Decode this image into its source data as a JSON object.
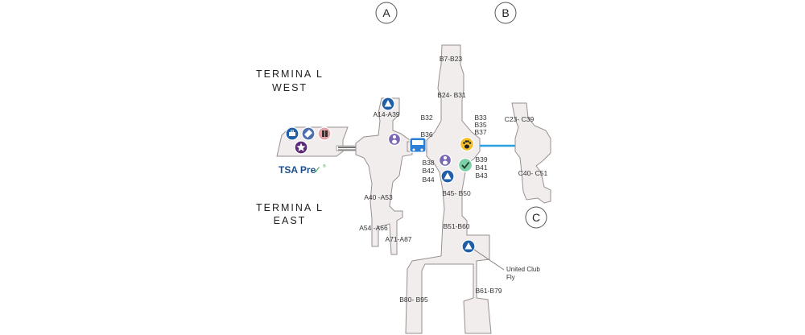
{
  "concourses": {
    "a": "A",
    "b": "B",
    "c": "C"
  },
  "terminals": {
    "west_1": "TERMINA L",
    "west_2": "WEST",
    "east_1": "TERMINA L",
    "east_2": "EAST"
  },
  "tsa": {
    "text": "TSA Pre",
    "check": "✓",
    "mark": "®"
  },
  "gates": {
    "a14_a39": "A14-A39",
    "a40_a53": "A40 -A53",
    "a54_a66": "A54 -A66",
    "a71_a87": "A71-A87",
    "b7_b23": "B7-B23",
    "b24_b31": "B24- B31",
    "b32": "B32",
    "b36": "B36",
    "b33": "B33",
    "b35": "B35",
    "b37": "B37",
    "b38": "B38",
    "b42": "B42",
    "b44": "B44",
    "b39": "B39",
    "b41": "B41",
    "b43": "B43",
    "b45_b50": "B45- B50",
    "b51_b60": "B51-B60",
    "b61_b79": "B61-B79",
    "b80_b95": "B80- B95",
    "c23_c39": "C23- C39",
    "c40_c51": "C40- C51"
  },
  "callout": {
    "line1": "United Club",
    "line2": "Fly"
  },
  "colors": {
    "building_fill": "#f1eded",
    "building_stroke": "#9a8f8f",
    "united_club": "#1f5fa8",
    "nursing": "#7b68b5",
    "shuttle": "#2b7fd4",
    "connector": "#2c9fe0",
    "pet": "#f6c02c",
    "check": "#7ccfa6",
    "tsa_blue": "#1b4f8c",
    "tsa_green": "#36a94a"
  },
  "icons": {
    "united_club": "united-club-icon",
    "nursing": "nursing-room-icon",
    "shuttle": "shuttle-bus-icon",
    "pet": "pet-relief-icon",
    "check": "checkpoint-icon",
    "baggage": "baggage-icon",
    "ticket": "ticket-icon",
    "restroom": "restroom-icon",
    "star": "star-icon"
  }
}
